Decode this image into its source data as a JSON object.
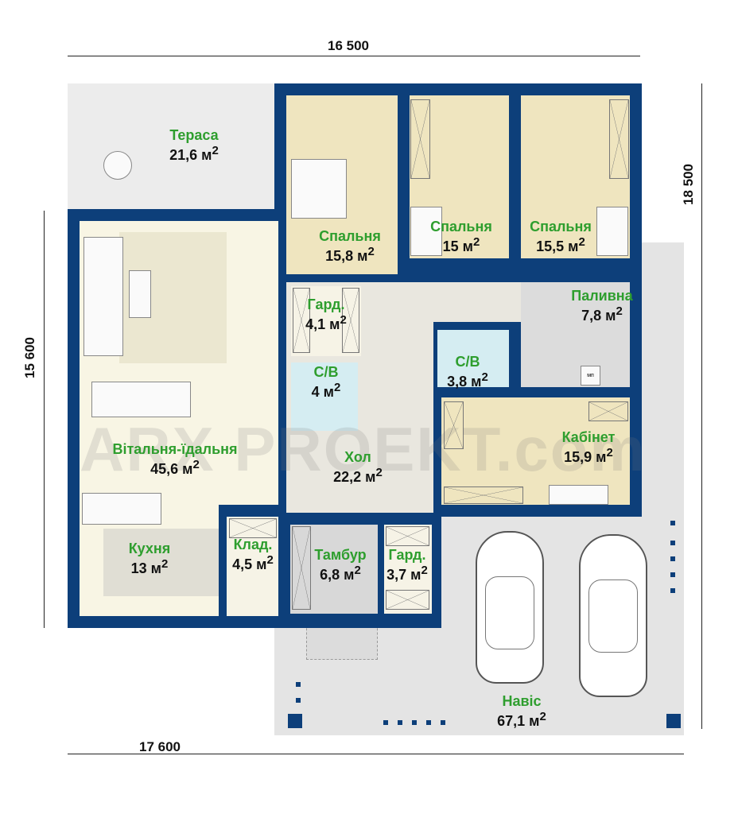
{
  "dimensions": {
    "top": "16 500",
    "right": "18 500",
    "left": "15 600",
    "bottom": "17 600"
  },
  "watermark": "ARX PROEKT.com",
  "rooms": {
    "terrace": {
      "name": "Тераса",
      "area": "21,6 м",
      "sup": "2"
    },
    "living": {
      "name": "Вітальня-їдальня",
      "area": "45,6 м",
      "sup": "2"
    },
    "kitchen": {
      "name": "Кухня",
      "area": "13 м",
      "sup": "2"
    },
    "pantry": {
      "name": "Клад.",
      "area": "4,5 м",
      "sup": "2"
    },
    "bedroom1": {
      "name": "Спальня",
      "area": "15,8 м",
      "sup": "2"
    },
    "bedroom2": {
      "name": "Спальня",
      "area": "15 м",
      "sup": "2"
    },
    "bedroom3": {
      "name": "Спальня",
      "area": "15,5 м",
      "sup": "2"
    },
    "wardrobe1": {
      "name": "Гард.",
      "area": "4,1 м",
      "sup": "2"
    },
    "bath1": {
      "name": "С/В",
      "area": "4 м",
      "sup": "2"
    },
    "bath2": {
      "name": "С/В",
      "area": "3,8 м",
      "sup": "2"
    },
    "boiler": {
      "name": "Паливна",
      "area": "7,8 м",
      "sup": "2"
    },
    "hall": {
      "name": "Хол",
      "area": "22,2 м",
      "sup": "2"
    },
    "office": {
      "name": "Кабінет",
      "area": "15,9 м",
      "sup": "2"
    },
    "vestibule": {
      "name": "Тамбур",
      "area": "6,8 м",
      "sup": "2"
    },
    "wardrobe2": {
      "name": "Гард.",
      "area": "3,7 м",
      "sup": "2"
    },
    "carport": {
      "name": "Навіс",
      "area": "67,1 м",
      "sup": "2"
    }
  },
  "boiler_label": "мп",
  "colors": {
    "wall": "#0d3f7a",
    "room_name": "#2e9e2e",
    "bedroom": "#efe5bf",
    "bath": "#d5edf2",
    "utility": "#dcdcdc"
  }
}
